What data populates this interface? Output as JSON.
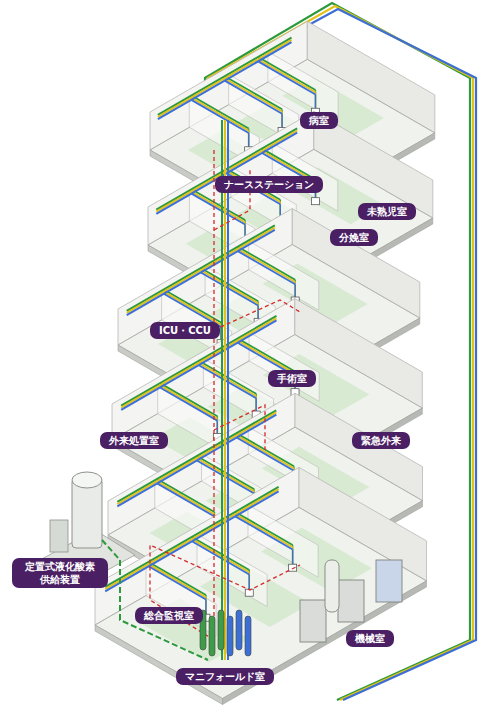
{
  "diagram": {
    "nodes": [
      {
        "text": [
          "病室"
        ]
      },
      {
        "text": [
          "ナースステーション"
        ]
      },
      {
        "text": [
          "未熟児室"
        ]
      },
      {
        "text": [
          "分娩室"
        ]
      },
      {
        "text": [
          "ICU・CCU"
        ]
      },
      {
        "text": [
          "手術室"
        ]
      },
      {
        "text": [
          "外来処置室"
        ]
      },
      {
        "text": [
          "緊急外来"
        ]
      },
      {
        "text": [
          "定置式液化酸素 供給装置"
        ]
      },
      {
        "text": [
          "総合監視室"
        ]
      },
      {
        "text": [
          "機械室"
        ]
      },
      {
        "text": [
          "マニフォールド室"
        ]
      }
    ]
  }
}
